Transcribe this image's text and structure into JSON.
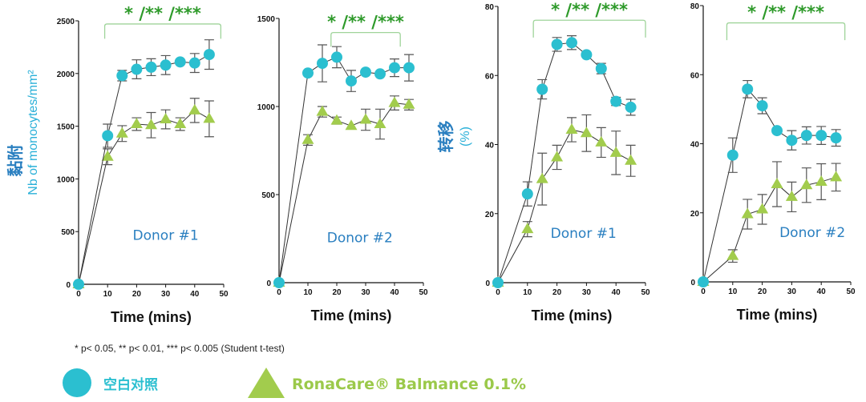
{
  "colors": {
    "control": "#2bbfd0",
    "treatment": "#a2cc4d",
    "bracket": "#9fd49a",
    "stars": "#2e9a2a",
    "donor": "#2a7fc0"
  },
  "footnote": "* p< 0.05, ** p< 0.01, *** p< 0.005 (Student t-test)",
  "legend": [
    {
      "name": "空白对照",
      "marker": "circle"
    },
    {
      "name": "RonaCare® Balmance 0.1%",
      "marker": "triangle"
    }
  ],
  "chart_data": [
    {
      "type": "line",
      "title": "Donor #1",
      "xlabel": "Time (mins)",
      "ylabel_cn": "黏附",
      "ylabel": "Nb of monocytes/mm²",
      "xlim": [
        0,
        50
      ],
      "xticks": [
        "0",
        "10",
        "20",
        "30",
        "40",
        "50"
      ],
      "ylim": [
        0,
        2500
      ],
      "yticks": [
        "0",
        "500",
        "1000",
        "1500",
        "2000",
        "2500"
      ],
      "significance": {
        "label": "* /** /***",
        "x_range": [
          9,
          49
        ],
        "y_range": [
          2330,
          2470
        ]
      },
      "x": [
        0,
        10,
        15,
        20,
        25,
        30,
        35,
        40,
        45
      ],
      "series": [
        {
          "name": "空白对照",
          "values": [
            0,
            1410,
            1980,
            2040,
            2060,
            2080,
            2110,
            2100,
            2180
          ],
          "errors": [
            0,
            110,
            50,
            90,
            80,
            90,
            0,
            90,
            140
          ]
        },
        {
          "name": "RonaCare® Balmance 0.1%",
          "values": [
            0,
            1210,
            1430,
            1520,
            1510,
            1565,
            1520,
            1650,
            1570
          ],
          "errors": [
            0,
            75,
            75,
            60,
            120,
            90,
            60,
            115,
            170
          ]
        }
      ]
    },
    {
      "type": "line",
      "title": "Donor #2",
      "xlabel": "Time (mins)",
      "xlim": [
        0,
        50
      ],
      "xticks": [
        "0",
        "10",
        "20",
        "30",
        "40",
        "50"
      ],
      "ylim": [
        0,
        1500
      ],
      "yticks": [
        "0",
        "500",
        "1000",
        "1500"
      ],
      "significance": {
        "label": "* /** /***",
        "x_range": [
          18,
          42
        ],
        "y_range": [
          1340,
          1420
        ]
      },
      "x": [
        0,
        10,
        15,
        20,
        25,
        30,
        35,
        40,
        45
      ],
      "series": [
        {
          "name": "空白对照",
          "values": [
            0,
            1190,
            1245,
            1280,
            1145,
            1195,
            1185,
            1220,
            1220
          ],
          "errors": [
            0,
            0,
            105,
            60,
            60,
            0,
            0,
            50,
            75
          ]
        },
        {
          "name": "RonaCare® Balmance 0.1%",
          "values": [
            0,
            810,
            970,
            920,
            890,
            925,
            900,
            1020,
            1010
          ],
          "errors": [
            0,
            30,
            30,
            20,
            0,
            60,
            85,
            40,
            30
          ]
        }
      ]
    },
    {
      "type": "line",
      "title": "Donor #1",
      "xlabel": "Time (mins)",
      "ylabel_cn": "转移",
      "ylabel": "(%)",
      "xlim": [
        0,
        50
      ],
      "xticks": [
        "0",
        "10",
        "20",
        "30",
        "40",
        "50"
      ],
      "ylim": [
        0,
        80
      ],
      "yticks": [
        "0",
        "20",
        "40",
        "60",
        "80"
      ],
      "significance": {
        "label": "* /** /***",
        "x_range": [
          12,
          50
        ],
        "y_range": [
          71,
          76
        ]
      },
      "x": [
        0,
        10,
        15,
        20,
        25,
        30,
        35,
        40,
        45
      ],
      "series": [
        {
          "name": "空白对照",
          "values": [
            0,
            25.7,
            56,
            69,
            69.5,
            66,
            62,
            52.5,
            50.8
          ],
          "errors": [
            0,
            3.5,
            2.8,
            2,
            2,
            0,
            1.5,
            1.2,
            2.3
          ]
        },
        {
          "name": "RonaCare® Balmance 0.1%",
          "values": [
            0,
            15.5,
            30,
            36.3,
            44.3,
            43.3,
            40.6,
            37.6,
            35.3
          ],
          "errors": [
            0,
            2.2,
            7.5,
            3.5,
            3.5,
            5.3,
            4.3,
            6.3,
            4.5
          ]
        }
      ]
    },
    {
      "type": "line",
      "title": "Donor #2",
      "xlabel": "Time (mins)",
      "xlim": [
        0,
        50
      ],
      "xticks": [
        "0",
        "10",
        "20",
        "30",
        "40",
        "50"
      ],
      "ylim": [
        0,
        80
      ],
      "yticks": [
        "0",
        "20",
        "40",
        "60",
        "80"
      ],
      "significance": {
        "label": "* /** /***",
        "x_range": [
          8,
          48
        ],
        "y_range": [
          70,
          75
        ]
      },
      "x": [
        0,
        10,
        15,
        20,
        25,
        30,
        35,
        40,
        45
      ],
      "series": [
        {
          "name": "空白对照",
          "values": [
            0,
            36.7,
            55.8,
            51,
            43.8,
            41,
            42.4,
            42.4,
            41.7
          ],
          "errors": [
            0,
            5,
            2.5,
            2.3,
            0,
            2.8,
            2.5,
            2.6,
            2.4
          ]
        },
        {
          "name": "RonaCare® Balmance 0.1%",
          "values": [
            0,
            7.5,
            19.6,
            21,
            28.3,
            24.6,
            28,
            29,
            30.3
          ],
          "errors": [
            0,
            1.8,
            4.3,
            4.3,
            6.5,
            4.3,
            5,
            5.2,
            4
          ]
        }
      ]
    }
  ]
}
